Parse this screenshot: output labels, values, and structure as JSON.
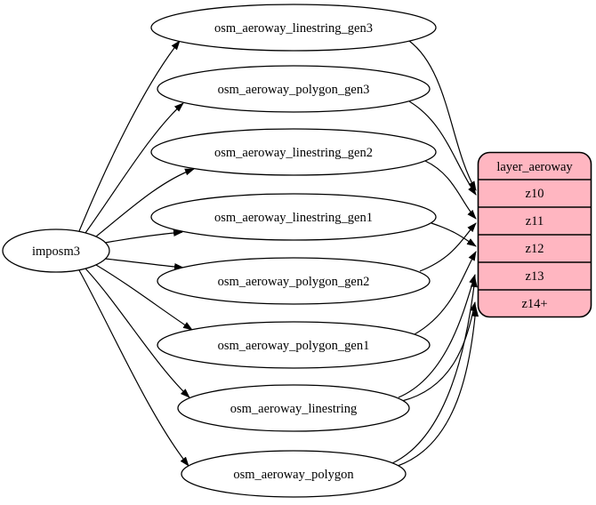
{
  "diagram": {
    "source": {
      "label": "imposm3"
    },
    "tables": [
      {
        "label": "osm_aeroway_linestring_gen3"
      },
      {
        "label": "osm_aeroway_polygon_gen3"
      },
      {
        "label": "osm_aeroway_linestring_gen2"
      },
      {
        "label": "osm_aeroway_linestring_gen1"
      },
      {
        "label": "osm_aeroway_polygon_gen2"
      },
      {
        "label": "osm_aeroway_polygon_gen1"
      },
      {
        "label": "osm_aeroway_linestring"
      },
      {
        "label": "osm_aeroway_polygon"
      }
    ],
    "layer": {
      "title": "layer_aeroway",
      "rows": [
        "z10",
        "z11",
        "z12",
        "z13",
        "z14+"
      ]
    },
    "edges": [
      {
        "from": "imposm3",
        "to": "osm_aeroway_linestring_gen3"
      },
      {
        "from": "imposm3",
        "to": "osm_aeroway_polygon_gen3"
      },
      {
        "from": "imposm3",
        "to": "osm_aeroway_linestring_gen2"
      },
      {
        "from": "imposm3",
        "to": "osm_aeroway_linestring_gen1"
      },
      {
        "from": "imposm3",
        "to": "osm_aeroway_polygon_gen2"
      },
      {
        "from": "imposm3",
        "to": "osm_aeroway_polygon_gen1"
      },
      {
        "from": "imposm3",
        "to": "osm_aeroway_linestring"
      },
      {
        "from": "imposm3",
        "to": "osm_aeroway_polygon"
      },
      {
        "from": "osm_aeroway_linestring_gen3",
        "to": "layer_aeroway:z10"
      },
      {
        "from": "osm_aeroway_polygon_gen3",
        "to": "layer_aeroway:z10"
      },
      {
        "from": "osm_aeroway_linestring_gen2",
        "to": "layer_aeroway:z11"
      },
      {
        "from": "osm_aeroway_polygon_gen2",
        "to": "layer_aeroway:z11"
      },
      {
        "from": "osm_aeroway_linestring_gen1",
        "to": "layer_aeroway:z12"
      },
      {
        "from": "osm_aeroway_polygon_gen1",
        "to": "layer_aeroway:z12"
      },
      {
        "from": "osm_aeroway_linestring",
        "to": "layer_aeroway:z13"
      },
      {
        "from": "osm_aeroway_polygon",
        "to": "layer_aeroway:z13"
      },
      {
        "from": "osm_aeroway_linestring",
        "to": "layer_aeroway:z14+"
      },
      {
        "from": "osm_aeroway_polygon",
        "to": "layer_aeroway:z14+"
      }
    ],
    "colors": {
      "layer_fill": "#ffb6c1",
      "table_fill": "#ffffff",
      "stroke": "#000000",
      "background": "#ffffff"
    }
  }
}
